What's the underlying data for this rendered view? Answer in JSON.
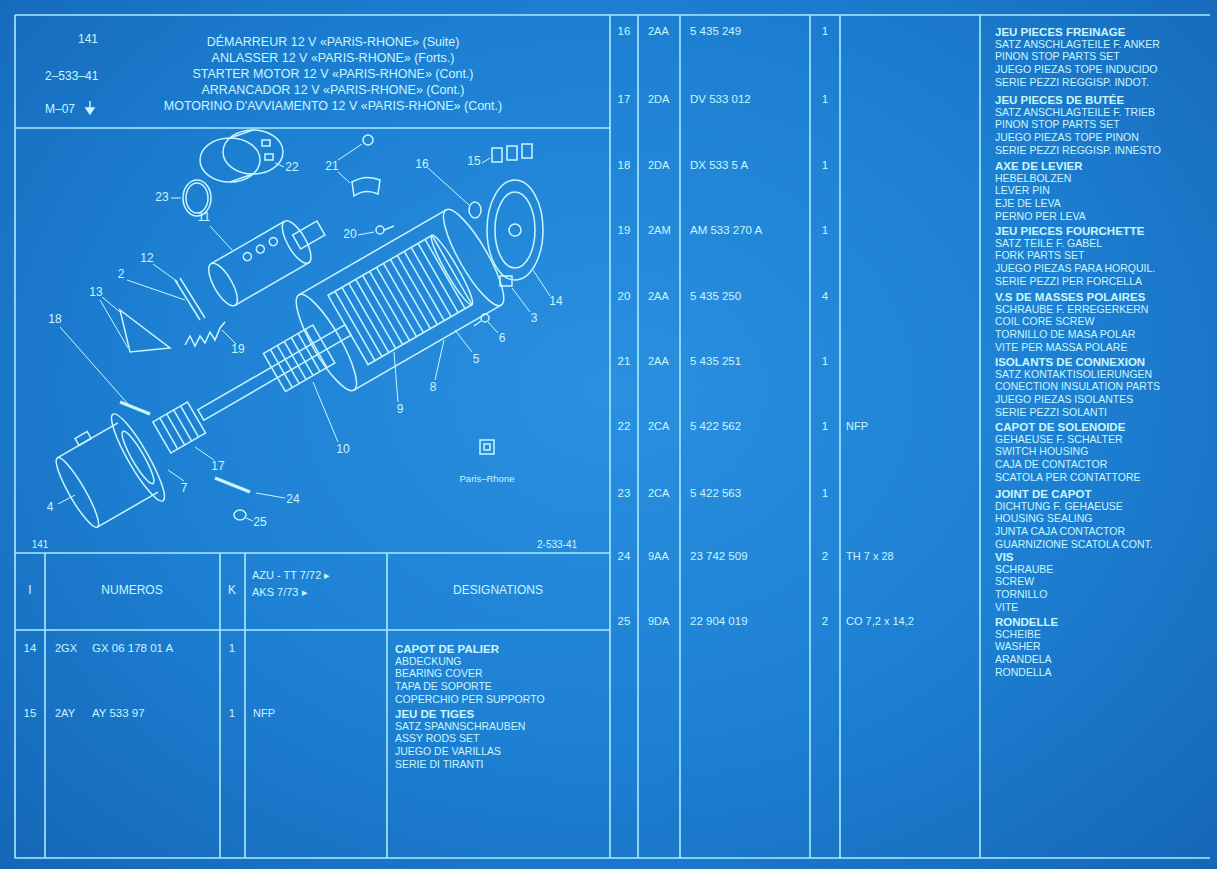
{
  "diagram": {
    "nodes": [
      {
        "text": [
          "141",
          "2–533–41",
          "M–07",
          "DÉMARREUR 12 V «PARiS-RHONE» (Suite)",
          "ANLASSER 12 V «PARIS-RHONE» (Forts.)",
          "STARTER MOTOR 12 V «PARIS-RHONE» (Cont.)",
          "ARRANCADOR 12 V «PARIS-RHONE» (Cont.)",
          "MOTORINO D'AVVIAMENTO 12 V «PARIS-RHONE» (Cont.)"
        ]
      }
    ],
    "labels": [
      "22",
      "23",
      "21",
      "16",
      "15",
      "11",
      "20",
      "12",
      "2",
      "13",
      "18",
      "14",
      "3",
      "6",
      "5",
      "19",
      "8",
      "9",
      "10",
      "17",
      "7",
      "4",
      "24",
      "25",
      "141",
      "2-533-41",
      "Paris–Rhone",
      "I",
      "NUMEROS",
      "K",
      "AZU - TT 7/72 ▸",
      "AKS 7/73 ▸",
      "DESIGNATIONS",
      "14",
      "2GX",
      "GX 06 178 01 A",
      "1",
      "CAPOT DE PALIER",
      "ABDECKUNG",
      "BEARING COVER",
      "TAPA DE SOPORTE",
      "COPERCHIO PER SUPPORTO",
      "15",
      "2AY",
      "AY 533 97",
      "1",
      "NFP",
      "JEU DE TIGES",
      "SATZ SPANNSCHRAUBEN",
      "ASSY RODS SET",
      "JUEGO DE VARILLAS",
      "SERIE DI TIRANTI",
      "16",
      "2AA",
      "5 435 249",
      "1",
      "JEU PIECES FREINAGE",
      "SATZ ANSCHLAGTEILE F. ANKER",
      "PINON STOP PARTS SET",
      "JUEGO PIEZAS TOPE INDUCIDO",
      "SERIE PEZZI REGGISP. INDOT.",
      "17",
      "2DA",
      "DV 533 012",
      "1",
      "JEU PIECES DE BUTÉE",
      "SATZ ANSCHLAGTEILE F. TRIEB",
      "PINON STOP PARTS SET",
      "JUEGO PIEZAS TOPE PINON",
      "SERIE PEZZI REGGISP. INNESTO",
      "18",
      "2DA",
      "DX 533 5 A",
      "1",
      "AXE DE LEVIER",
      "HEBELBOLZEN",
      "LEVER PIN",
      "EJE DE LEVA",
      "PERNO PER LEVA",
      "19",
      "2AM",
      "AM 533 270 A",
      "1",
      "JEU PIECES FOURCHETTE",
      "SATZ TEILE F. GABEL",
      "FORK PARTS SET",
      "JUEGO PIEZAS PARA HORQUIL.",
      "SERIE PEZZI PER FORCELLA",
      "20",
      "2AA",
      "5 435 250",
      "4",
      "V.S DE MASSES POLAIRES",
      "SCHRAUBE F. ERREGERKERN",
      "COIL CORE SCREW",
      "TORNILLO DE MASA POLAR",
      "VITE PER MASSA POLARE",
      "21",
      "2AA",
      "5 435 251",
      "1",
      "ISOLANTS DE CONNEXION",
      "SATZ KONTAKTISOLIERUNGEN",
      "CONECTION INSULATION PARTS",
      "JUEGO PIEZAS ISOLANTES",
      "SERIE PEZZI SOLANTI",
      "22",
      "2CA",
      "5 422 562",
      "1",
      "NFP",
      "CAPOT DE SOLENOIDE",
      "GEHAEUSE F. SCHALTER",
      "SWITCH HOUSING",
      "CAJA DE CONTACTOR",
      "SCATOLA PER CONTATTORE",
      "23",
      "2CA",
      "5 422 563",
      "1",
      "JOINT DE CAPOT",
      "DICHTUNG F. GEHAEUSE",
      "HOUSING SEALING",
      "JUNTA CAJA CONTACTOR",
      "GUARNIZIONE SCATOLA CONT.",
      "24",
      "9AA",
      "23 742 509",
      "2",
      "TH 7 x 28",
      "VIS",
      "SCHRAUBE",
      "SCREW",
      "TORNILLO",
      "VITE",
      "25",
      "9DA",
      "22 904 019",
      "2",
      "CO 7,2 x 14,2",
      "RONDELLE",
      "SCHEIBE",
      "WASHER",
      "ARANDELA",
      "RONDELLA"
    ]
  }
}
